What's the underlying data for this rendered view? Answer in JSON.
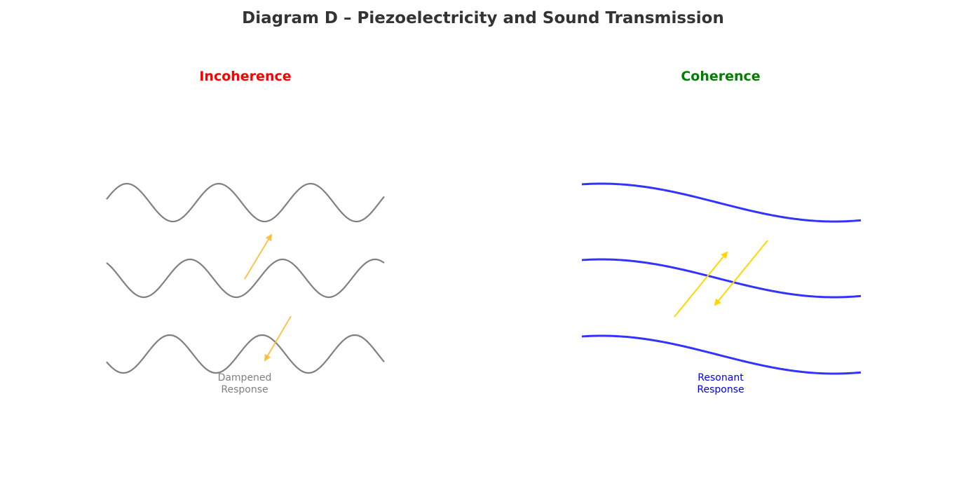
{
  "title": "Diagram D – Piezoelectricity and Sound Transmission",
  "left_panel": {
    "heading": "Incoherence",
    "heading_color": "#ff0000",
    "wave_color": "#808080",
    "arrow_color": "#ffb733",
    "label_line1": "Dampened",
    "label_line2": "Response",
    "label_color": "#808080"
  },
  "right_panel": {
    "heading": "Coherence",
    "heading_color": "#008000",
    "wave_color": "#3333ff",
    "arrow_color": "#ffd700",
    "label_line1": "Resonant",
    "label_line2": "Response",
    "label_color": "#0000ff"
  }
}
